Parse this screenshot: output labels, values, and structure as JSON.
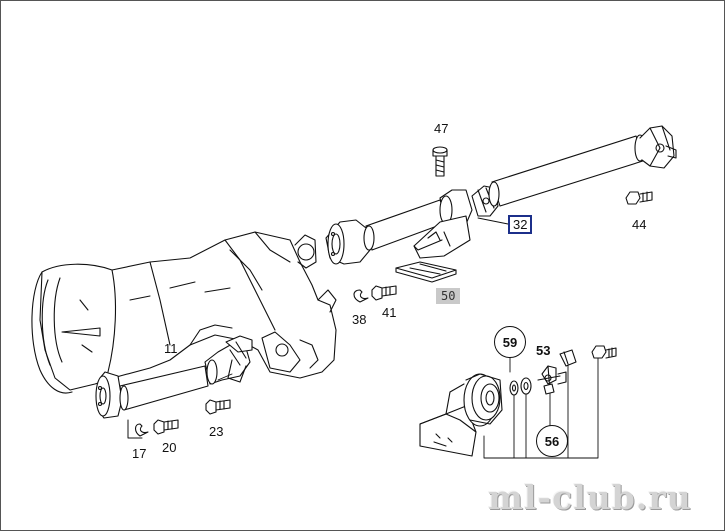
{
  "parts": {
    "p47": "47",
    "p32": "32",
    "p44": "44",
    "p50": "50",
    "p38": "38",
    "p41": "41",
    "p11": "11",
    "p17": "17",
    "p20": "20",
    "p23": "23",
    "p59": "59",
    "p53": "53",
    "p56": "56"
  },
  "watermark": "ml-club.ru",
  "colors": {
    "line": "#111111",
    "highlight_box": "#1c2f8a",
    "shaded_label": "#c9c9c9"
  }
}
